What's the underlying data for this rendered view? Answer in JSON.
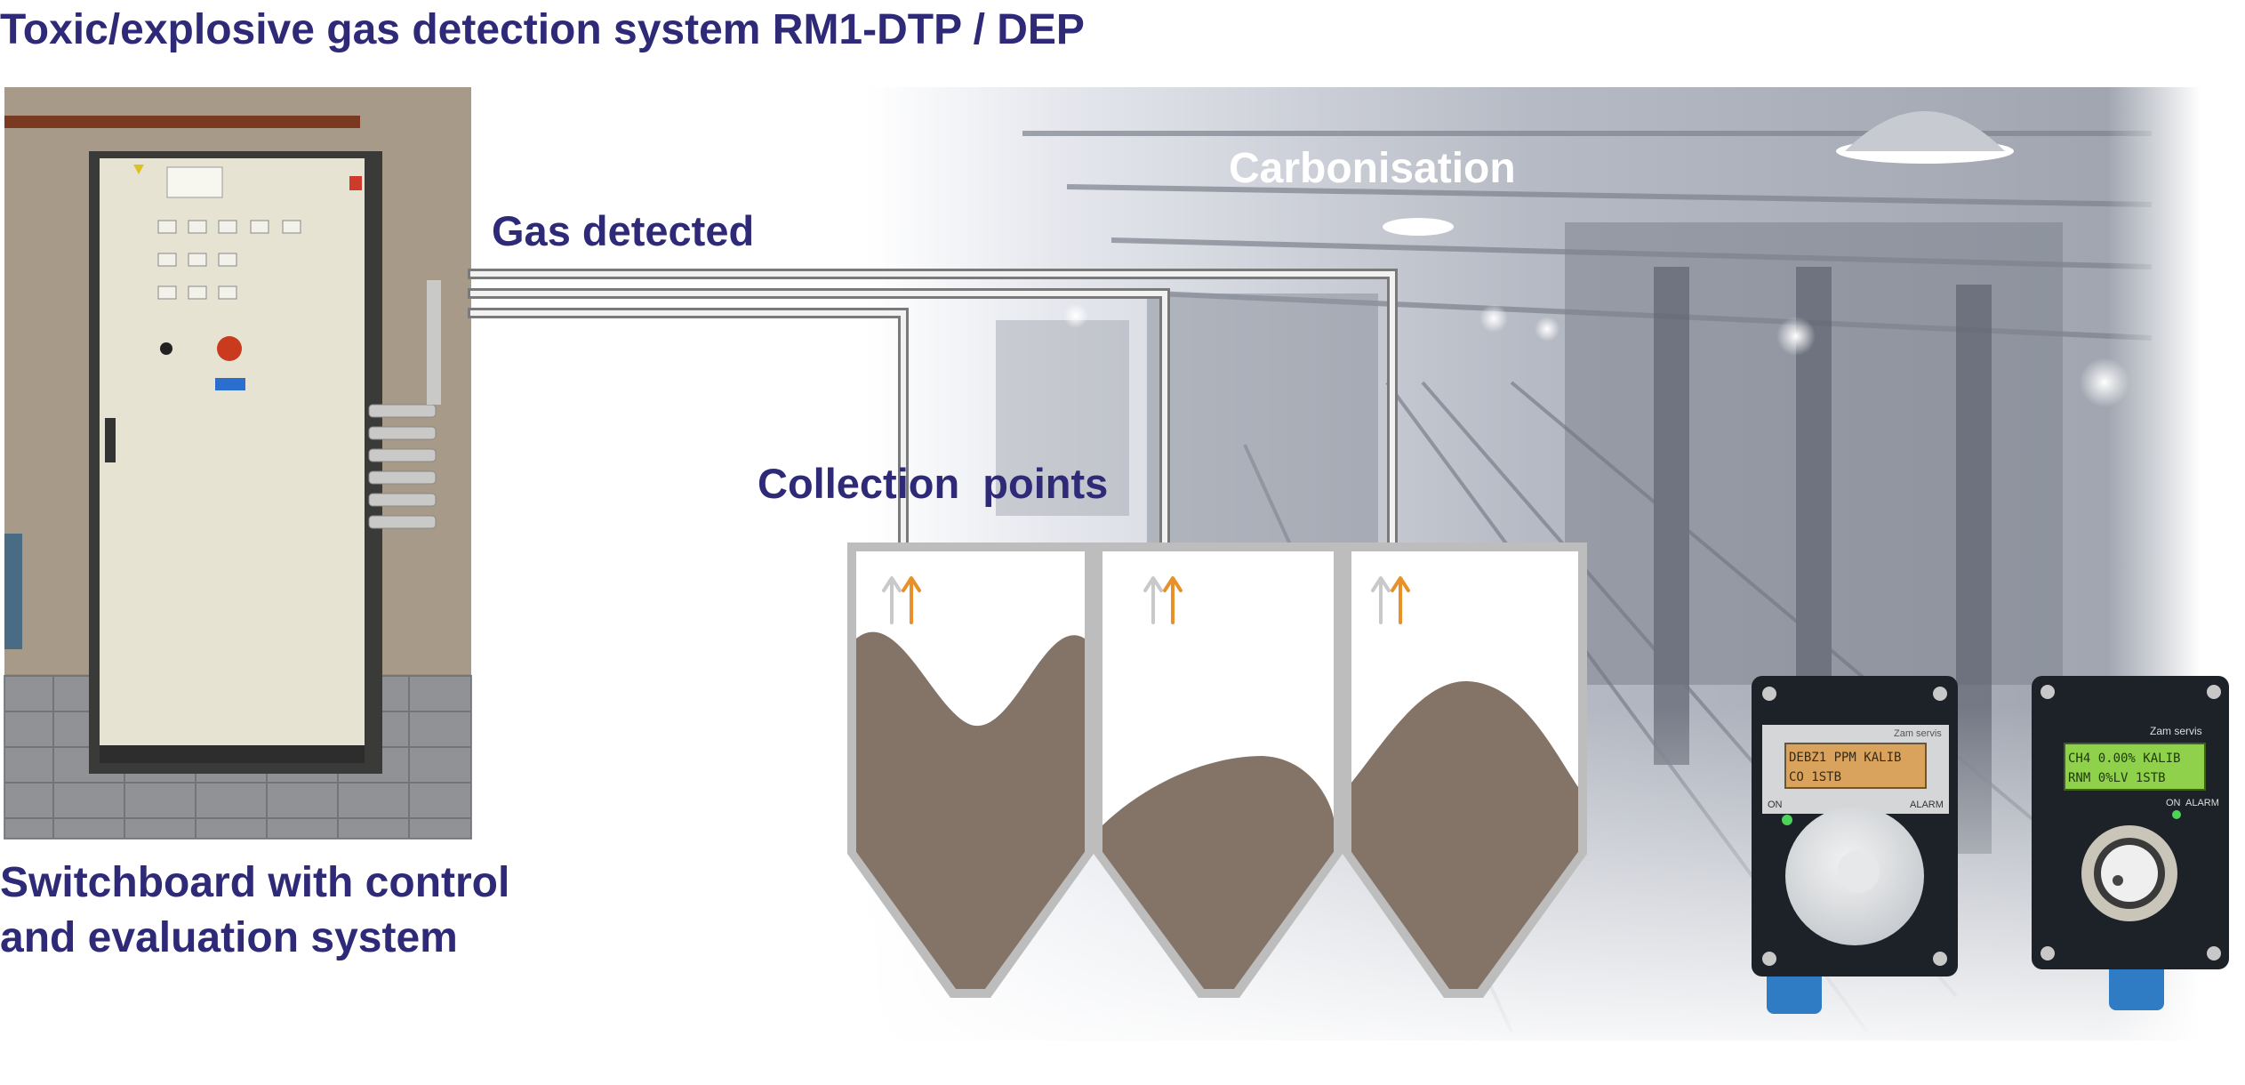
{
  "title": "Toxic/explosive gas detection system RM1-DTP / DEP",
  "labels": {
    "gas_detected": "Gas detected",
    "collection_points": "Collection  points",
    "carbonisation": "Carbonisation",
    "switchboard_line1": "Switchboard with control",
    "switchboard_line2": "and evaluation system"
  },
  "detectors": [
    {
      "brand": "Zam servis",
      "display_line1": "DEBZ1 PPM KALIB",
      "display_line2": "CO   1STB",
      "led_on": "ON",
      "led_alarm": "ALARM"
    },
    {
      "brand": "Zam servis",
      "display_line1": "CH4 0.00% KALIB",
      "display_line2": "RNM 0%LV 1STB",
      "led_on": "ON",
      "led_alarm": "ALARM"
    }
  ],
  "colors": {
    "heading": "#2e2a78",
    "material": "#847468",
    "silo_wall": "#bdbdbd",
    "arrow_orange": "#e8912a",
    "arrow_grey": "#c9c9c9",
    "cabinet": "#e7e3d3",
    "detector_body": "#1c2228",
    "cable_gland": "#2f7cc4"
  }
}
